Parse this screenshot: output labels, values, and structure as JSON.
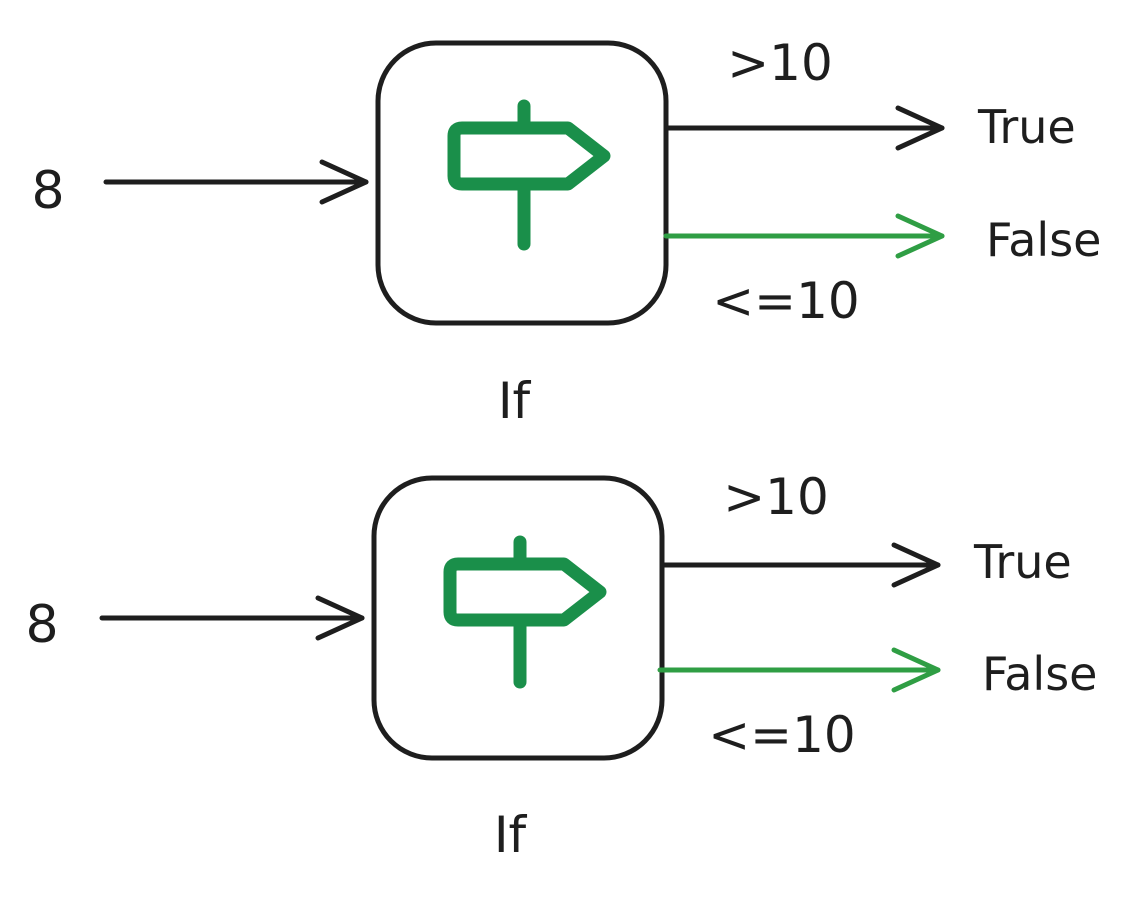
{
  "colors": {
    "ink": "#1e1e1e",
    "accent_green": "#1a8f4a",
    "false_arrow_green": "#2f9e44",
    "background": "#ffffff"
  },
  "diagrams": [
    {
      "input_value": "8",
      "node_label": "If",
      "node_icon": "signpost-icon",
      "true_condition": ">10",
      "true_label": "True",
      "false_condition": "<=10",
      "false_label": "False",
      "active_branch": "false"
    },
    {
      "input_value": "8",
      "node_label": "If",
      "node_icon": "signpost-icon",
      "true_condition": ">10",
      "true_label": "True",
      "false_condition": "<=10",
      "false_label": "False",
      "active_branch": "false"
    }
  ]
}
